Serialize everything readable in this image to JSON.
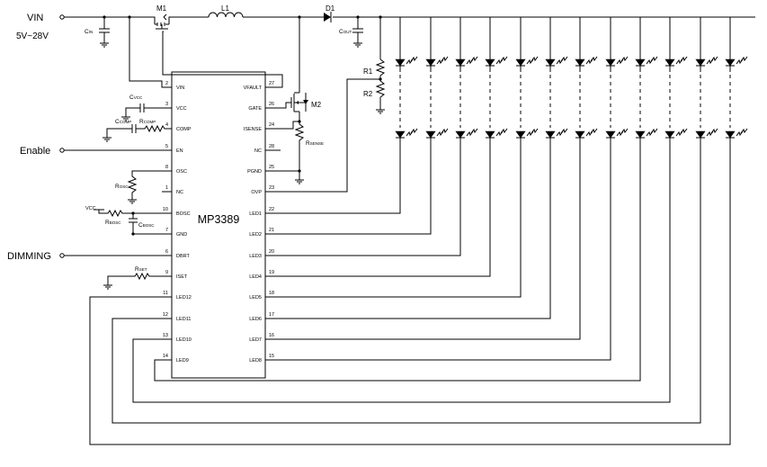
{
  "supply": {
    "label": "VIN",
    "range": "5V~28V"
  },
  "inputs": {
    "enable": "Enable",
    "dimming": "DIMMING"
  },
  "parts": {
    "m1": "M1",
    "l1": "L1",
    "d1": "D1",
    "m2": "M2",
    "cin": "C",
    "cin_sub": "IN",
    "cout": "C",
    "cout_sub": "OUT",
    "r1": "R1",
    "r2": "R2",
    "cvcc": "C",
    "cvcc_sub": "VCC",
    "ccomp": "C",
    "ccomp_sub": "COMP",
    "rcomp": "R",
    "rcomp_sub": "COMP",
    "rsense": "R",
    "rsense_sub": "SENSE",
    "rosc": "R",
    "rosc_sub": "OSC",
    "rbosc": "R",
    "rbosc_sub": "BOSC",
    "cbosc": "C",
    "cbosc_sub": "BOSC",
    "rset": "R",
    "rset_sub": "SET",
    "vcc_tag": "VCC"
  },
  "ic": {
    "name": "MP3389",
    "left_pins": [
      {
        "num": "2",
        "name": "VIN"
      },
      {
        "num": "3",
        "name": "VCC"
      },
      {
        "num": "4",
        "name": "COMP"
      },
      {
        "num": "5",
        "name": "EN"
      },
      {
        "num": "8",
        "name": "OSC"
      },
      {
        "num": "1",
        "name": "NC"
      },
      {
        "num": "10",
        "name": "BOSC"
      },
      {
        "num": "7",
        "name": "GND"
      },
      {
        "num": "6",
        "name": "DBRT"
      },
      {
        "num": "9",
        "name": "ISET"
      },
      {
        "num": "11",
        "name": "LED12"
      },
      {
        "num": "12",
        "name": "LED11"
      },
      {
        "num": "13",
        "name": "LED10"
      },
      {
        "num": "14",
        "name": "LED9"
      }
    ],
    "right_pins": [
      {
        "num": "27",
        "name": "VFAULT"
      },
      {
        "num": "26",
        "name": "GATE"
      },
      {
        "num": "24",
        "name": "ISENSE"
      },
      {
        "num": "28",
        "name": "NC"
      },
      {
        "num": "25",
        "name": "PGND"
      },
      {
        "num": "23",
        "name": "OVP"
      },
      {
        "num": "22",
        "name": "LED1"
      },
      {
        "num": "21",
        "name": "LED2"
      },
      {
        "num": "20",
        "name": "LED3"
      },
      {
        "num": "19",
        "name": "LED4"
      },
      {
        "num": "18",
        "name": "LED5"
      },
      {
        "num": "17",
        "name": "LED6"
      },
      {
        "num": "16",
        "name": "LED7"
      },
      {
        "num": "15",
        "name": "LED8"
      }
    ]
  },
  "led_strings": {
    "count": 12,
    "rows": 2
  }
}
